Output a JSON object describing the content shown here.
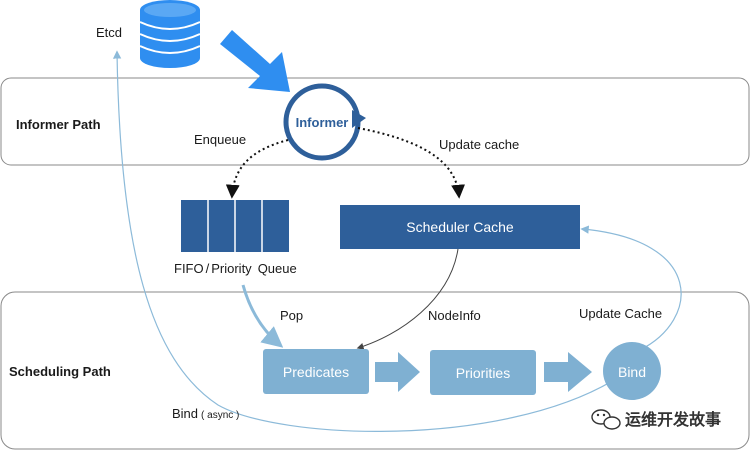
{
  "etcd_label": "Etcd",
  "informer_path_label": "Informer Path",
  "scheduling_path_label": "Scheduling Path",
  "informer_label": "Informer",
  "enqueue_label": "Enqueue",
  "update_cache_lower_label": "Update cache",
  "scheduler_cache_label": "Scheduler Cache",
  "queue_label_fifo": "FIFO",
  "queue_label_sep": "/",
  "queue_label_priority": "Priority",
  "queue_label_queue": "Queue",
  "pop_label": "Pop",
  "nodeinfo_label": "NodeInfo",
  "update_cache_label": "Update Cache",
  "predicates_label": "Predicates",
  "priorities_label": "Priorities",
  "bind_label": "Bind",
  "bind_async_label_main": "Bind",
  "bind_async_label_paren": "( async )",
  "watermark_text": "运维开发故事",
  "colors": {
    "dark_blue": "#2e5f9a",
    "bright_blue": "#2f8ef0",
    "light_blue": "#7fb0d2",
    "line_blue": "#8cbad9",
    "panel_border": "#8a8a8a"
  }
}
